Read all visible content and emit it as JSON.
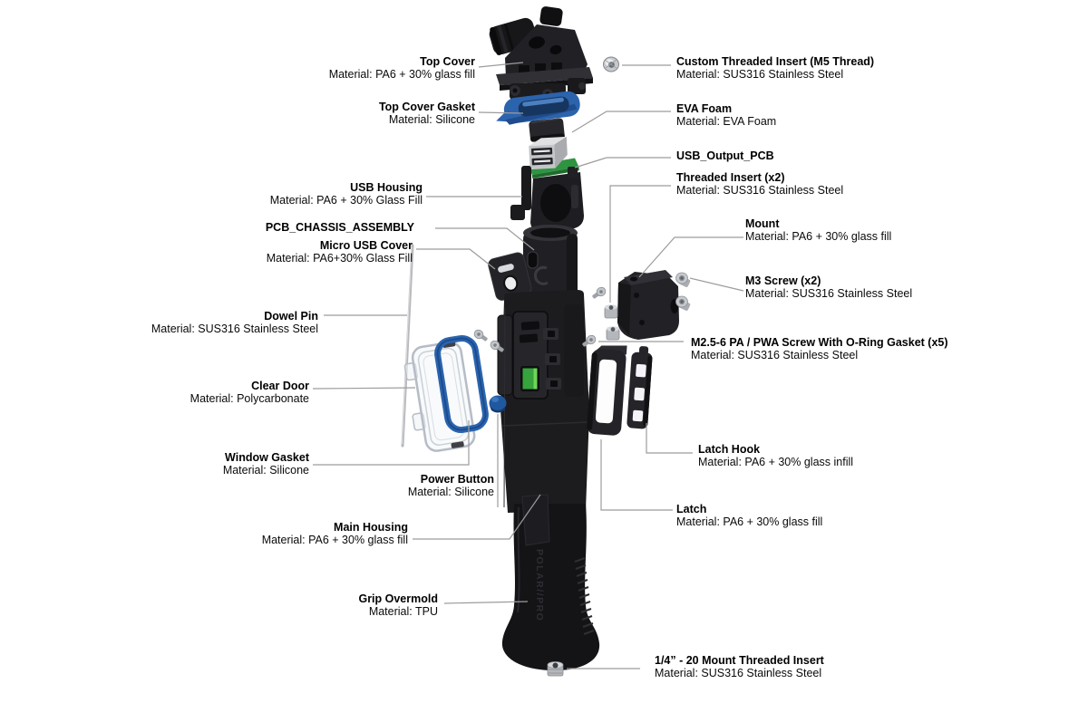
{
  "diagram": {
    "grip_brand_text": "POLAR//PRO",
    "colors": {
      "accent_blue": "#2A64AF",
      "power_button_blue": "#2058A0",
      "pcb_green": "#2F9440",
      "led_green": "#6FD558",
      "metal_gray": "#BFC2C6",
      "part_black": "#1C1C1F",
      "leader_line": "#9C9C9C",
      "label_text": "#000000"
    },
    "parts": [
      {
        "id": "top-cover",
        "name": "Top Cover",
        "material": "Material: PA6 + 30% glass fill"
      },
      {
        "id": "top-cover-gasket",
        "name": "Top Cover Gasket",
        "material": "Material: Silicone"
      },
      {
        "id": "usb-housing",
        "name": "USB Housing",
        "material": "Material: PA6 + 30% Glass Fill"
      },
      {
        "id": "pcb-chassis-assembly",
        "name": "PCB_CHASSIS_ASSEMBLY",
        "material": ""
      },
      {
        "id": "micro-usb-cover",
        "name": "Micro USB Cover",
        "material": "Material: PA6+30% Glass Fill"
      },
      {
        "id": "dowel-pin",
        "name": "Dowel Pin",
        "material": "Material: SUS316 Stainless Steel"
      },
      {
        "id": "clear-door",
        "name": "Clear Door",
        "material": "Material: Polycarbonate"
      },
      {
        "id": "window-gasket",
        "name": "Window Gasket",
        "material": "Material: Silicone"
      },
      {
        "id": "power-button",
        "name": "Power Button",
        "material": "Material: Silicone"
      },
      {
        "id": "main-housing",
        "name": "Main Housing",
        "material": "Material: PA6 + 30% glass fill"
      },
      {
        "id": "grip-overmold",
        "name": "Grip Overmold",
        "material": "Material: TPU"
      },
      {
        "id": "custom-threaded-insert",
        "name": "Custom Threaded Insert (M5 Thread)",
        "material": "Material: SUS316 Stainless Steel"
      },
      {
        "id": "eva-foam",
        "name": "EVA Foam",
        "material": "Material: EVA Foam"
      },
      {
        "id": "usb-output-pcb",
        "name": "USB_Output_PCB",
        "material": ""
      },
      {
        "id": "threaded-insert",
        "name": "Threaded Insert (x2)",
        "material": "Material: SUS316 Stainless Steel"
      },
      {
        "id": "mount",
        "name": "Mount",
        "material": "Material: PA6 + 30% glass fill"
      },
      {
        "id": "m3-screw",
        "name": "M3 Screw (x2)",
        "material": "Material: SUS316 Stainless Steel"
      },
      {
        "id": "m25-screw",
        "name": "M2.5-6 PA / PWA Screw With O-Ring Gasket (x5)",
        "material": "Material: SUS316 Stainless Steel"
      },
      {
        "id": "latch-hook",
        "name": "Latch Hook",
        "material": "Material: PA6 + 30% glass infill"
      },
      {
        "id": "latch",
        "name": "Latch",
        "material": "Material: PA6 + 30% glass fill"
      },
      {
        "id": "quarter-20-insert",
        "name": "1/4” - 20 Mount Threaded Insert",
        "material": "Material: SUS316 Stainless Steel"
      }
    ]
  }
}
